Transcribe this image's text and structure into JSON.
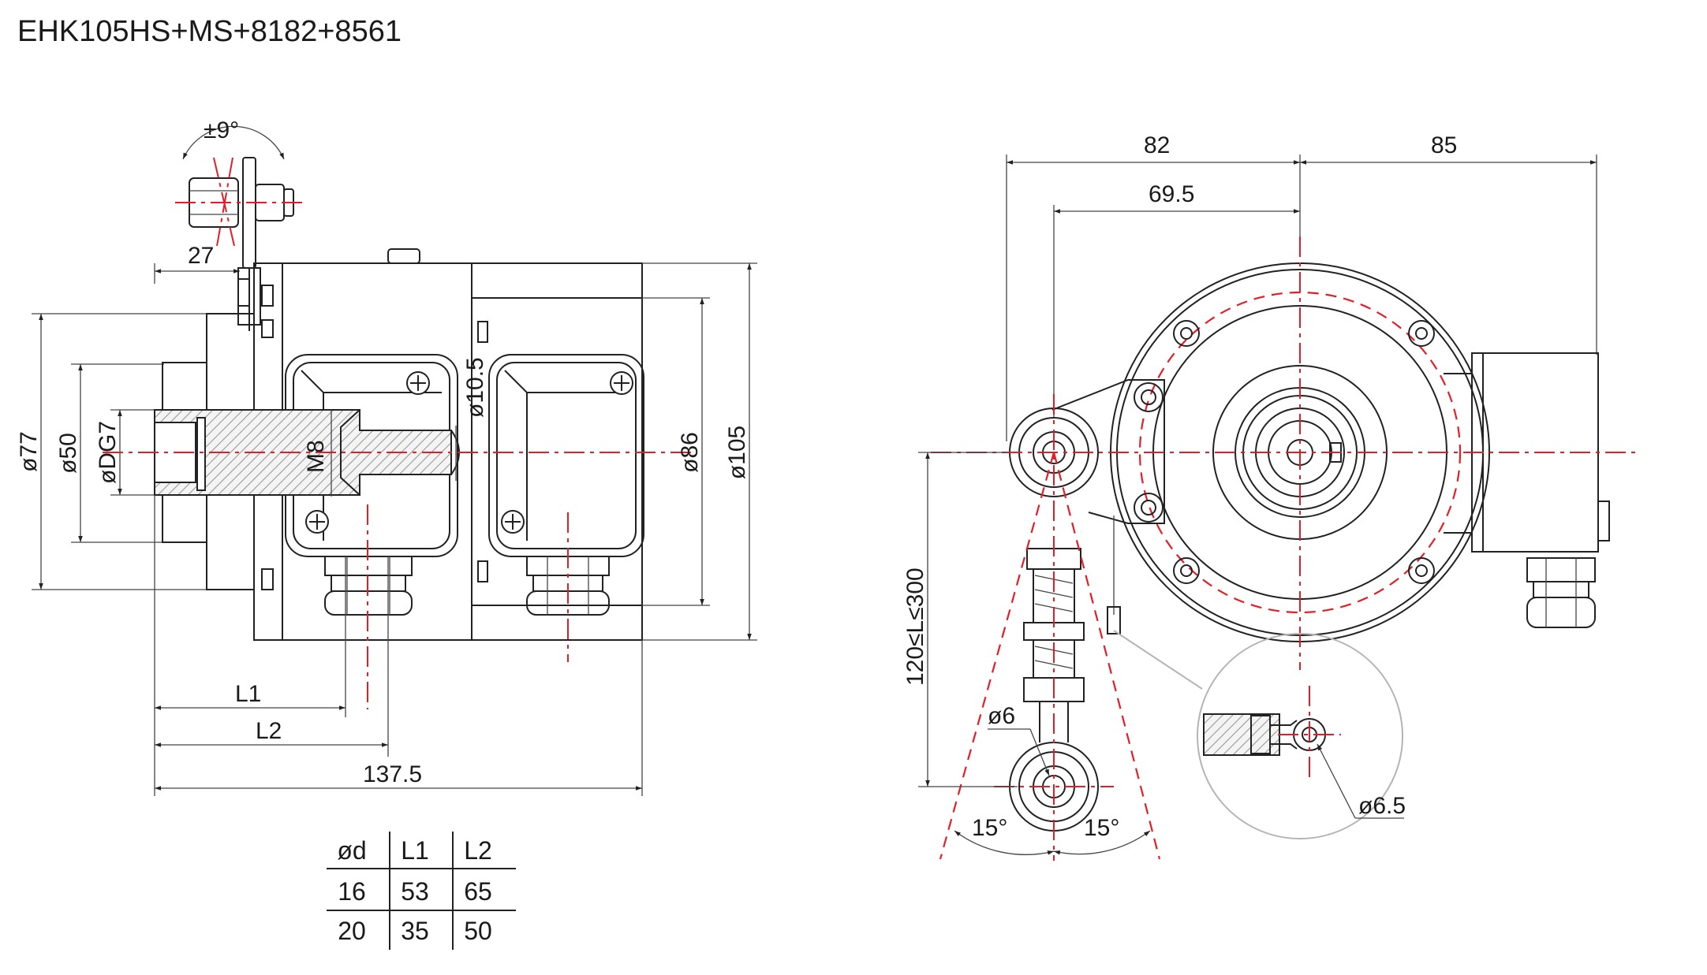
{
  "title": "EHK105HS+MS+8182+8561",
  "colors": {
    "outline": "#222222",
    "centerline": "#e41e26",
    "leader": "#b5b5b5",
    "background": "#ffffff"
  },
  "side_view": {
    "angle_label": "±9°",
    "dims": {
      "d27": "27",
      "d77": "ø77",
      "d50": "ø50",
      "ddg7": "øDG7",
      "m8": "M8",
      "d10_5": "ø10.5",
      "d86": "ø86",
      "d105": "ø105",
      "l1": "L1",
      "l2": "L2",
      "d137_5": "137.5"
    }
  },
  "table": {
    "headers": [
      "ød",
      "L1",
      "L2"
    ],
    "rows": [
      [
        "16",
        "53",
        "65"
      ],
      [
        "20",
        "35",
        "50"
      ]
    ]
  },
  "front_view": {
    "dims": {
      "d82": "82",
      "d85": "85",
      "d69_5": "69.5",
      "range": "120≤L≤300",
      "d6": "ø6",
      "d6_5": "ø6.5",
      "a15_left": "15°",
      "a15_right": "15°"
    }
  }
}
